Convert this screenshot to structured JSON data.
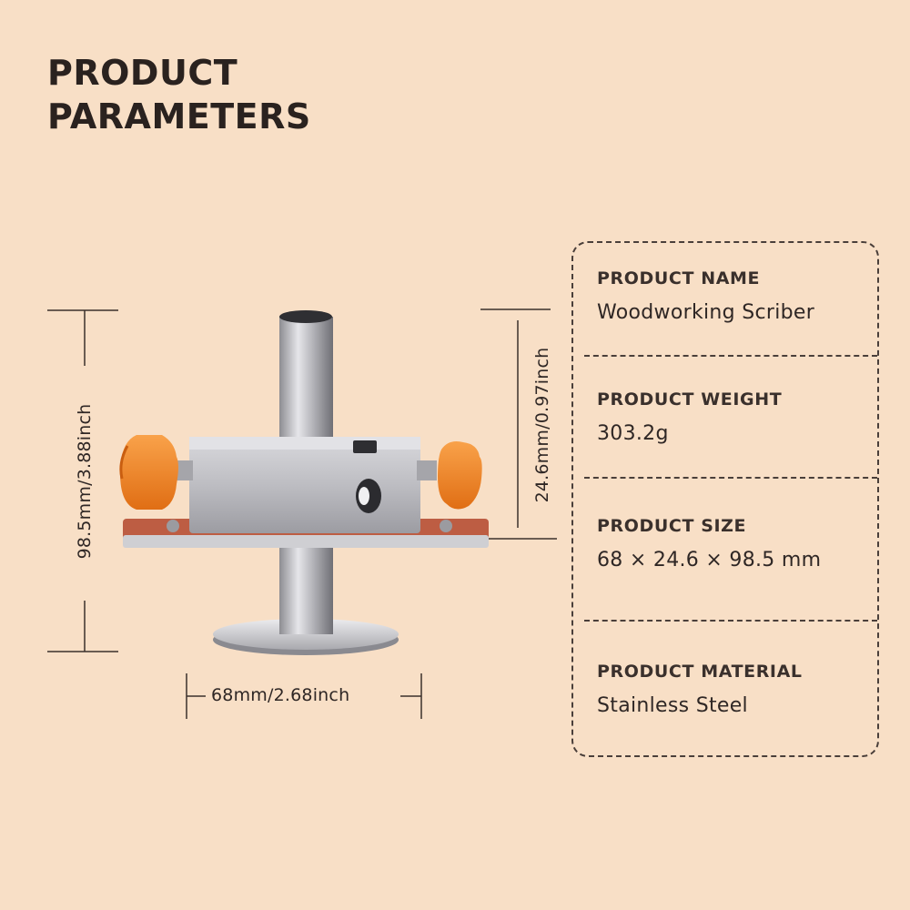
{
  "title": {
    "line1": "PRODUCT",
    "line2": "PARAMETERS"
  },
  "dimensions": {
    "height": "98.5mm/3.88inch",
    "width": "68mm/2.68inch",
    "depth": "24.6mm/0.97inch"
  },
  "params": [
    {
      "label": "PRODUCT NAME",
      "value": "Woodworking Scriber"
    },
    {
      "label": "PRODUCT WEIGHT",
      "value": "303.2g"
    },
    {
      "label": "PRODUCT SIZE",
      "value": "68 × 24.6 × 98.5 mm"
    },
    {
      "label": "PRODUCT MATERIAL",
      "value": "Stainless Steel"
    }
  ],
  "colors": {
    "background": "#f8dfc6",
    "knob": "#f58a2a",
    "steel": "#c9c9cc"
  }
}
